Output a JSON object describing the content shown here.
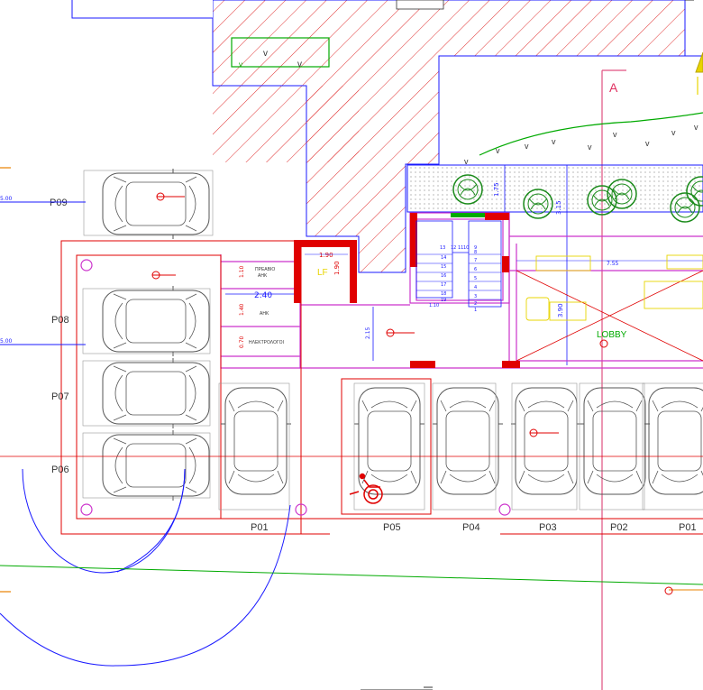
{
  "parking": {
    "spots": [
      "P09",
      "P08",
      "P07",
      "P06",
      "P01",
      "P05",
      "P04",
      "P03",
      "P02",
      "P01"
    ]
  },
  "rooms": {
    "lift": "LF",
    "lobby": "LOBBY",
    "wc_1": "ΠΡΕΑΒΙΟ",
    "wc_1_sub": "ΑΗΚ",
    "wc_2": "ΑΗΚ",
    "wc_3": "ΗΛΕΚΤΡΟΛΟΓΟΙ"
  },
  "section_marker": "A",
  "stairs": {
    "steps_right": [
      "9",
      "8",
      "7",
      "6",
      "5",
      "4",
      "3",
      "2",
      "1"
    ],
    "steps_left": [
      "13",
      "12",
      "11",
      "10",
      "14",
      "15",
      "16",
      "17",
      "18",
      "19"
    ]
  },
  "dimensions": {
    "lift_width": "1.90",
    "lift_depth": "1.90",
    "corridor": "2.40",
    "room_1": "1.10",
    "room_2": "1.40",
    "room_3": "0.70",
    "entry": "2.15",
    "garden_1": "1.75",
    "garden_2": "3.15",
    "lobby_depth": "3.90",
    "lobby_width": "7.55",
    "stairs_label": "1.10",
    "left_edge_1": "5.00",
    "left_edge_2": "5.00"
  },
  "colors": {
    "outline": "#1a1aff",
    "red": "#e00000",
    "magenta": "#cc33cc",
    "green": "#00aa00",
    "yellow": "#e8d400",
    "hatch": "#e03030",
    "grey": "#555555"
  }
}
